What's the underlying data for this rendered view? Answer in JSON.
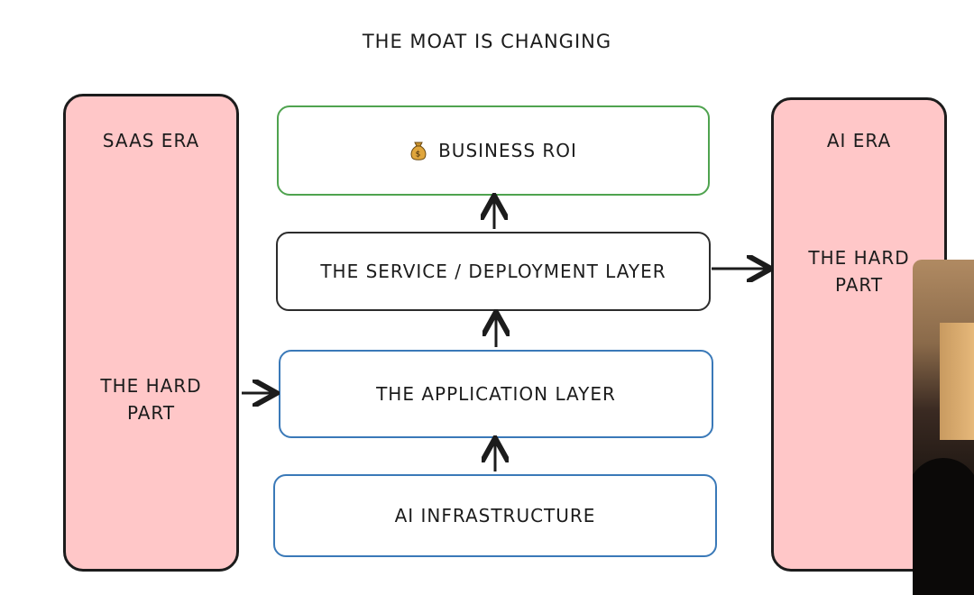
{
  "diagram": {
    "title": "THE MOAT IS CHANGING",
    "saas_era": {
      "label": "SAAS ERA",
      "hard_part_line1": "THE HARD",
      "hard_part_line2": "PART"
    },
    "ai_era": {
      "label": "AI ERA",
      "hard_part_line1": "THE HARD",
      "hard_part_line2": "PART"
    },
    "layers": {
      "business_roi": "BUSINESS ROI",
      "service": "THE SERVICE / DEPLOYMENT LAYER",
      "application": "THE APPLICATION LAYER",
      "infrastructure": "AI INFRASTRUCTURE"
    },
    "icons": {
      "business_roi": "moneybag-icon"
    },
    "colors": {
      "era_fill": "#ffc7c8",
      "roi_border": "#4fa34f",
      "app_border": "#3a79b8",
      "infra_border": "#3a79b8",
      "service_border": "#2c2c2c"
    }
  }
}
